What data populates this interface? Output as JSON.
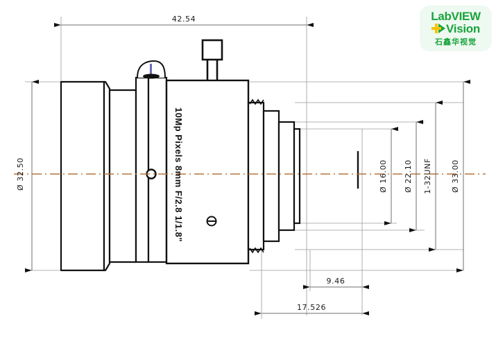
{
  "drawing": {
    "title": "Lens mechanical drawing",
    "centerline_color": "#b5753a",
    "outline_color": "#111111",
    "dim_line_color": "#8a8a8a",
    "arrow_color": "#111111"
  },
  "logo": {
    "line1": "LabVIEW",
    "line2": "Vision",
    "line3": "石鑫华视觉",
    "mark": "plus-arrow-icon",
    "brand_green": "#19a33c",
    "brand_yellow": "#f5c400",
    "bg": "#eef9f1"
  },
  "barrel_text": {
    "line": "10Mp Pixels 8mm F/2.8 1/1.8\""
  },
  "dimensions": {
    "overall_length": "42.54",
    "left_diameter": "Ø 32.50",
    "bore_16": "Ø 16.00",
    "bore_22": "Ø 22.10",
    "thread": "1-32UNF",
    "right_diameter": "Ø 33.00",
    "flange_short": "9.46",
    "flange_back": "17.526"
  }
}
